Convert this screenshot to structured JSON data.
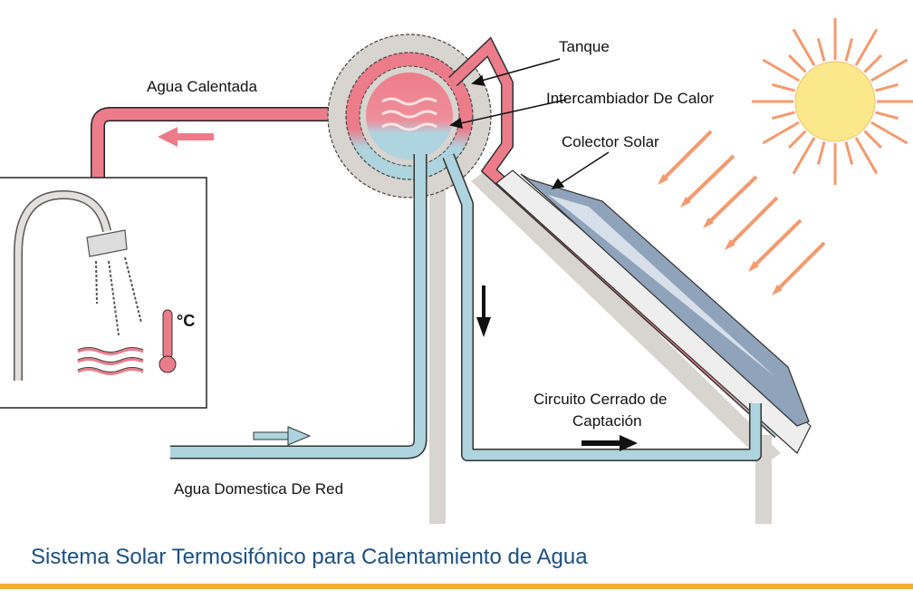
{
  "title": "Sistema Solar Termosifónico para Calentamiento de Agua",
  "labels": {
    "hot_water": "Agua Calentada",
    "tank": "Tanque",
    "heat_exchanger": "Intercambiador De Calor",
    "collector": "Colector Solar",
    "closed_circuit_line1": "Circuito Cerrado de",
    "closed_circuit_line2": "Captación",
    "mains_water": "Agua Domestica De Red",
    "degree_celsius": "°C"
  },
  "colors": {
    "hot": "#ec7c8a",
    "cold": "#add4df",
    "frame": "#d8d4cf",
    "panel": "#8fa3bb",
    "sun": "#fbe88a",
    "ray": "#f39a6e",
    "title": "#1c4f80",
    "rule": "#f0b030"
  },
  "icons": [
    "sun-icon",
    "shower-icon",
    "thermometer-icon",
    "flow-arrow-icon"
  ]
}
